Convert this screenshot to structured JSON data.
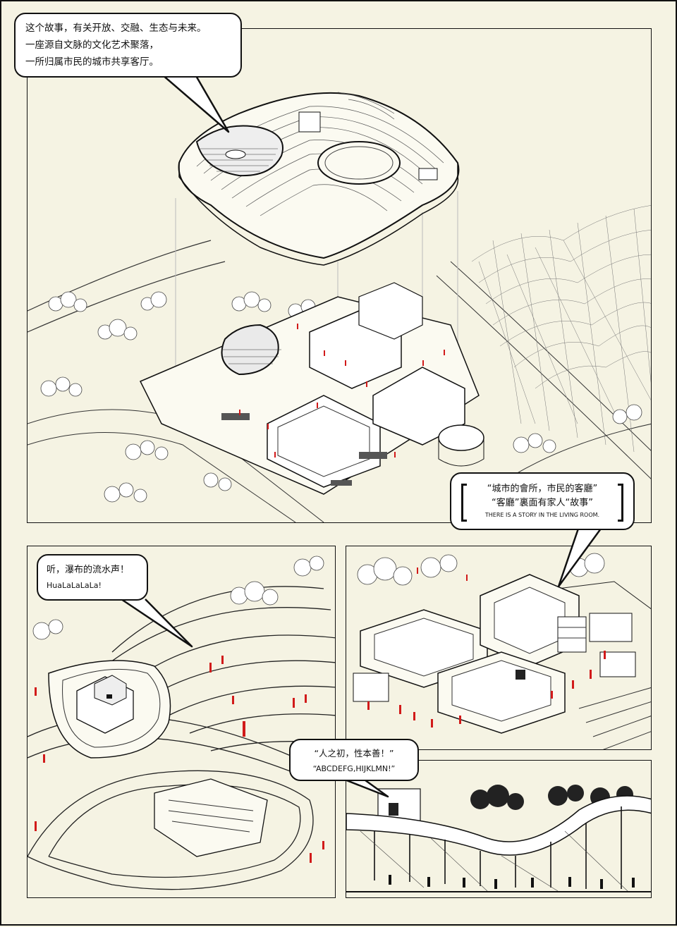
{
  "page": {
    "background": "#f5f3e3",
    "ink": "#111111",
    "accent": "#d11a1a"
  },
  "bubbles": {
    "top": {
      "lines": [
        "这个故事，有关开放、交融、生态与未来。",
        "一座源自文脉的文化艺术聚落，",
        "一所归属市民的城市共享客厅。"
      ]
    },
    "living_room": {
      "line1": "“城市的會所，市民的客廳”",
      "line2": "“客廳”裏面有家人“故事”",
      "english": "THERE IS A STORY IN THE LIVING ROOM."
    },
    "waterfall": {
      "line1": "听，瀑布的流水声！",
      "line2": "HuaLaLaLaLa!"
    },
    "school": {
      "line1": "“人之初，性本善！”",
      "line2": "“ABCDEFG,HIJKLMN!”"
    }
  }
}
